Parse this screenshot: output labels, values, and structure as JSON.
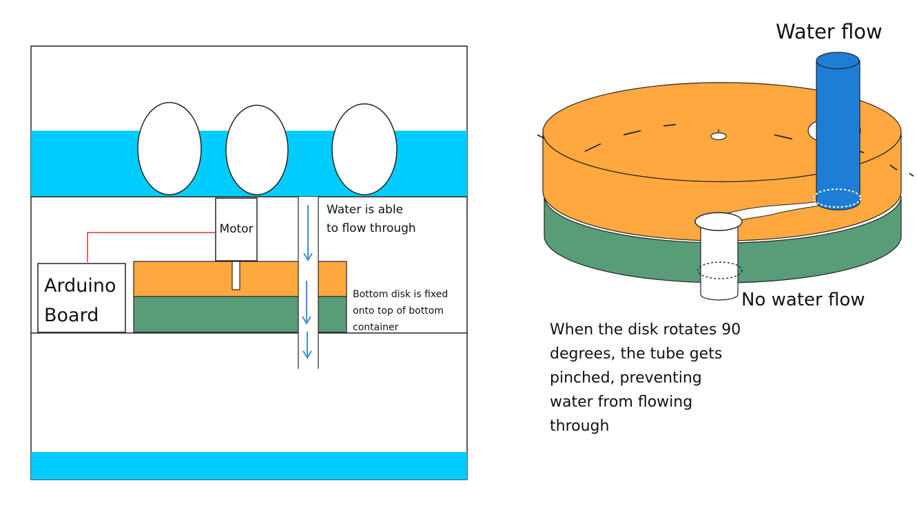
{
  "left_diagram": {
    "motor_label": "Motor",
    "arduino_label_line1": "Arduino",
    "arduino_label_line2": "Board",
    "flow_note_line1": "Water is able",
    "flow_note_line2": "to flow through",
    "disk_note_line1": "Bottom disk is fixed",
    "disk_note_line2": "onto top of bottom",
    "disk_note_line3": "container"
  },
  "right_diagram": {
    "water_flow_label": "Water flow",
    "no_water_flow_label": "No water flow",
    "caption_line1": "When the disk rotates 90",
    "caption_line2": "degrees, the tube gets",
    "caption_line3": "pinched, preventing",
    "caption_line4": "water from flowing",
    "caption_line5": "through"
  },
  "colors": {
    "water": "#00CCFF",
    "top_disk": "#FFA83F",
    "bottom_disk": "#589C78",
    "tube": "#1E7ED6",
    "wire": "#E03030",
    "arrow": "#3F8FD8",
    "outline": "#222222"
  }
}
